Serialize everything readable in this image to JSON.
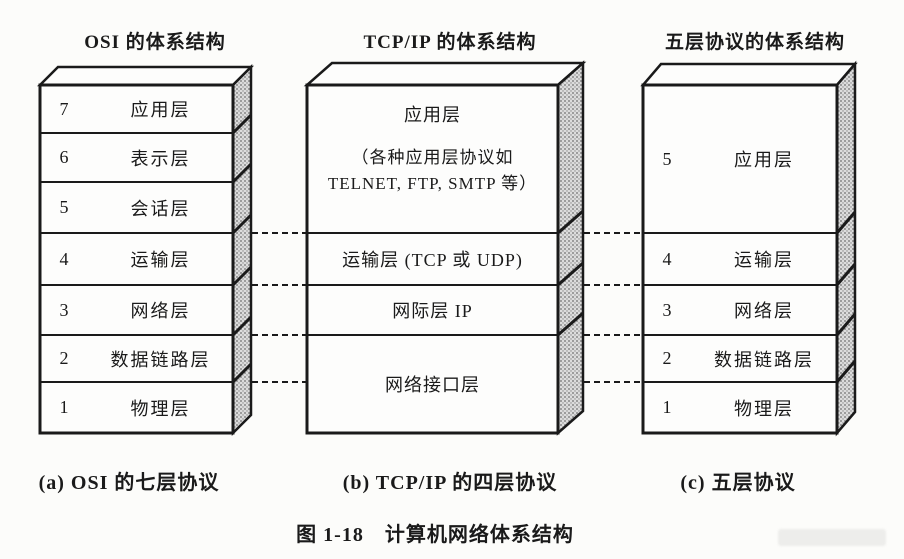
{
  "figure": {
    "caption": "图 1-18　计算机网络体系结构"
  },
  "stacks": {
    "osi": {
      "title": "OSI 的体系结构",
      "caption": "(a) OSI 的七层协议",
      "rows": [
        {
          "num": "7",
          "label": "应用层"
        },
        {
          "num": "6",
          "label": "表示层"
        },
        {
          "num": "5",
          "label": "会话层"
        },
        {
          "num": "4",
          "label": "运输层"
        },
        {
          "num": "3",
          "label": "网络层"
        },
        {
          "num": "2",
          "label": "数据链路层"
        },
        {
          "num": "1",
          "label": "物理层"
        }
      ]
    },
    "tcpip": {
      "title": "TCP/IP 的体系结构",
      "caption": "(b) TCP/IP 的四层协议",
      "rows": [
        {
          "label": "应用层",
          "sub1": "（各种应用层协议如",
          "sub2": "TELNET, FTP, SMTP 等）"
        },
        {
          "label": "运输层 (TCP 或 UDP)"
        },
        {
          "label": "网际层 IP"
        },
        {
          "label": "网络接口层"
        }
      ]
    },
    "five": {
      "title": "五层协议的体系结构",
      "caption": "(c)  五层协议",
      "rows": [
        {
          "num": "5",
          "label": "应用层"
        },
        {
          "num": "4",
          "label": "运输层"
        },
        {
          "num": "3",
          "label": "网络层"
        },
        {
          "num": "2",
          "label": "数据链路层"
        },
        {
          "num": "1",
          "label": "物理层"
        }
      ]
    }
  },
  "colors": {
    "ink": "#1a1a1a",
    "side_face_fill": "#dcdcdc",
    "side_face_dot": "#6f6f6f",
    "background": "#fcfcfa"
  }
}
